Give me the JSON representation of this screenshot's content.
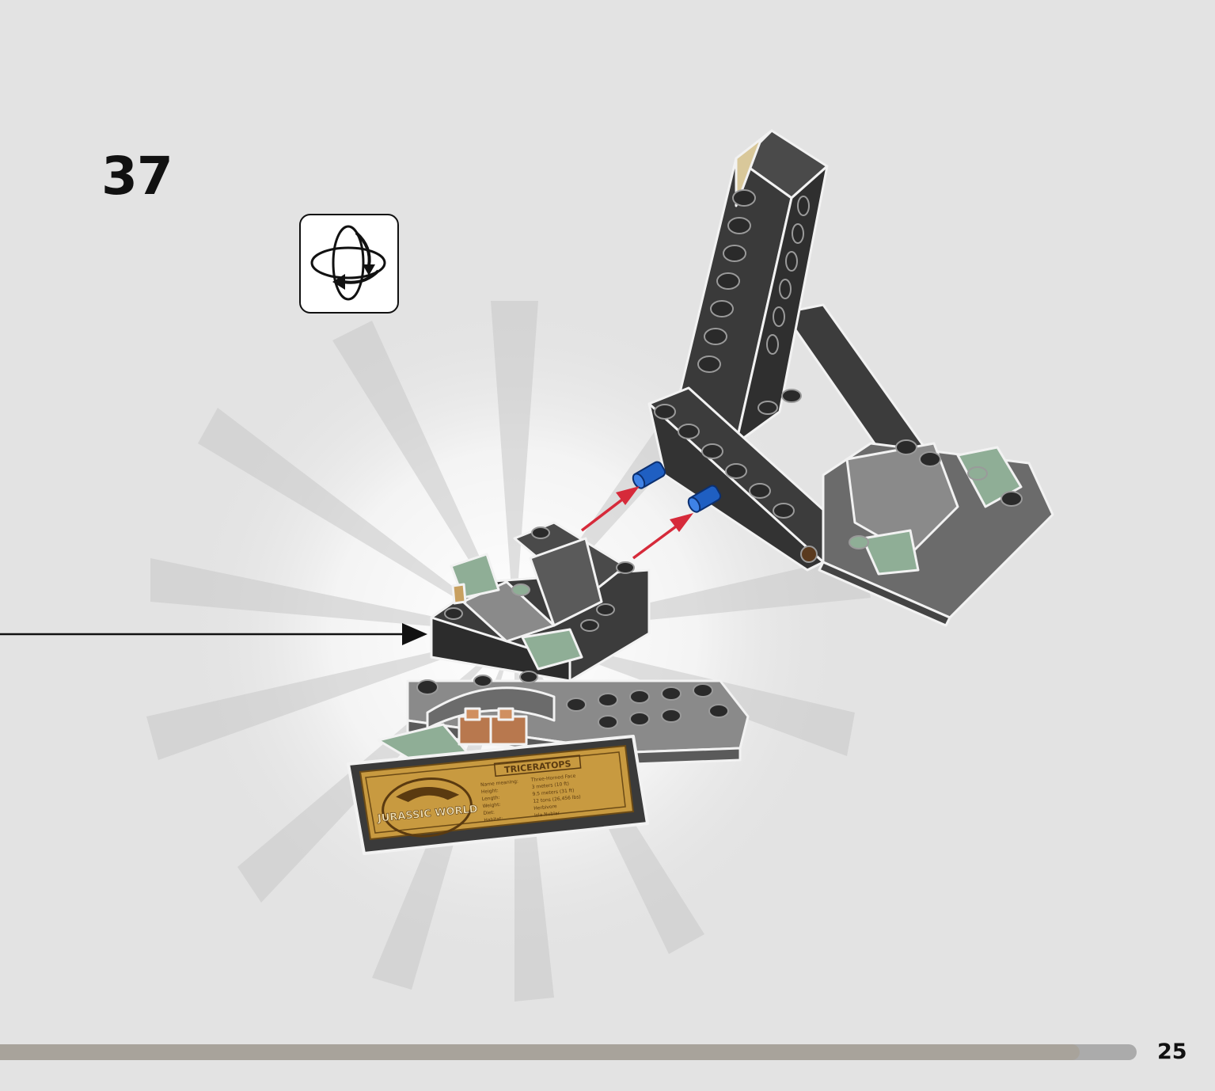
{
  "step": {
    "number": "37"
  },
  "page": {
    "number": "25"
  },
  "progress": {
    "fraction": 0.95
  },
  "icons": {
    "rotate": "rotate-model-icon"
  },
  "colors": {
    "dark_bluish_gray": "#3c3c3c",
    "medium_gray": "#8a8a8a",
    "sand_green": "#8fae96",
    "blue_pin": "#1f5fc2",
    "tan": "#d9c89a",
    "arrow_red": "#d62a3a",
    "plaque_gold": "#c89a40"
  },
  "plaque": {
    "title": "TRICERATOPS",
    "logo_text": "JURASSIC WORLD",
    "rows": [
      {
        "label": "Name meaning:",
        "value": "Three-Horned Face"
      },
      {
        "label": "Height:",
        "value": "3 meters (10 ft)"
      },
      {
        "label": "Length:",
        "value": "9.5 meters (31 ft)"
      },
      {
        "label": "Weight:",
        "value": "12 tons (26,456 lbs)"
      },
      {
        "label": "Diet:",
        "value": "Herbivore"
      },
      {
        "label": "Habitat:",
        "value": "Isla Nublar"
      }
    ]
  }
}
